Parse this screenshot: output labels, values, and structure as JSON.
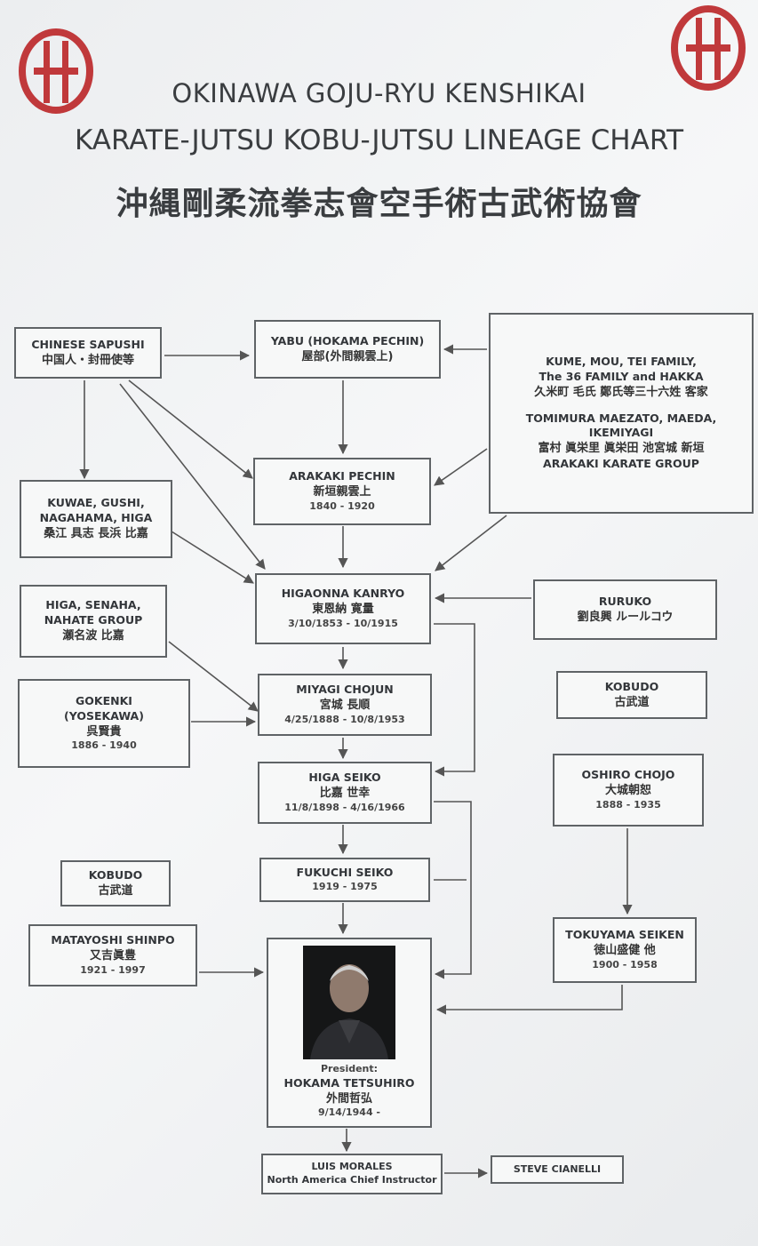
{
  "header": {
    "title_line1": "OKINAWA GOJU-RYU KENSHIKAI",
    "title_line2": "KARATE-JUTSU KOBU-JUTSU LINEAGE CHART",
    "title_line3": "沖縄剛柔流拳志會空手術古武術協會"
  },
  "colors": {
    "logo_red": "#c0393b",
    "border": "#5f6366",
    "background": "#f2f3f4"
  },
  "icons": {
    "logo": "kenshikai-emblem-icon",
    "portrait": "president-portrait"
  },
  "nodes": {
    "chinese": {
      "name": "CHINESE SAPUSHI",
      "jp": "中国人・封冊使等"
    },
    "yabu": {
      "name": "YABU (HOKAMA PECHIN)",
      "jp": "屋部(外間親雲上)"
    },
    "kume": {
      "name1": "KUME, MOU, TEI FAMILY,",
      "name2": "The 36 FAMILY and HAKKA",
      "jp1": "久米町 毛氏 鄭氏等三十六姓 客家",
      "name3": "TOMIMURA MAEZATO, MAEDA,",
      "name4": "IKEMIYAGI",
      "jp2": "富村 眞栄里 眞栄田 池宮城 新垣",
      "name5": "ARAKAKI KARATE GROUP"
    },
    "arakaki": {
      "name": "ARAKAKI PECHIN",
      "jp": "新垣親雲上",
      "dates": "1840 - 1920"
    },
    "kuwae": {
      "name1": "KUWAE, GUSHI,",
      "name2": "NAGAHAMA, HIGA",
      "jp": "桑江 具志 長浜 比嘉"
    },
    "higaonna": {
      "name": "HIGAONNA KANRYO",
      "jp": "東恩納 寛量",
      "dates": "3/10/1853 - 10/1915"
    },
    "higa_group": {
      "name1": "HIGA, SENAHA,",
      "name2": "NAHATE GROUP",
      "jp": "瀬名波 比嘉"
    },
    "ruruko": {
      "name": "RURUKO",
      "jp": "劉良興 ルールコウ"
    },
    "miyagi": {
      "name": "MIYAGI CHOJUN",
      "jp": "宮城 長順",
      "dates": "4/25/1888 - 10/8/1953"
    },
    "gokenki": {
      "name1": "GOKENKI",
      "name2": "(YOSEKAWA)",
      "jp": "呉賢貴",
      "dates": "1886 - 1940"
    },
    "kobudo_r": {
      "name": "KOBUDO",
      "jp": "古武道"
    },
    "higa_seiko": {
      "name": "HIGA SEIKO",
      "jp": "比嘉 世幸",
      "dates": "11/8/1898 - 4/16/1966"
    },
    "oshiro": {
      "name": "OSHIRO CHOJO",
      "jp": "大城朝恕",
      "dates": "1888 - 1935"
    },
    "kobudo_l": {
      "name": "KOBUDO",
      "jp": "古武道"
    },
    "fukuchi": {
      "name": "FUKUCHI SEIKO",
      "dates": "1919 - 1975"
    },
    "matayoshi": {
      "name": "MATAYOSHI SHINPO",
      "jp": "又吉眞豊",
      "dates": "1921 - 1997"
    },
    "tokuyama": {
      "name": "TOKUYAMA SEIKEN",
      "jp": "徳山盛健 他",
      "dates": "1900 - 1958"
    },
    "hokama": {
      "role": "President:",
      "name": "HOKAMA TETSUHIRO",
      "jp": "外間哲弘",
      "dates": "9/14/1944 -"
    },
    "morales": {
      "name": "LUIS MORALES",
      "title": "North America Chief Instructor"
    },
    "cianelli": {
      "name": "STEVE CIANELLI"
    }
  }
}
